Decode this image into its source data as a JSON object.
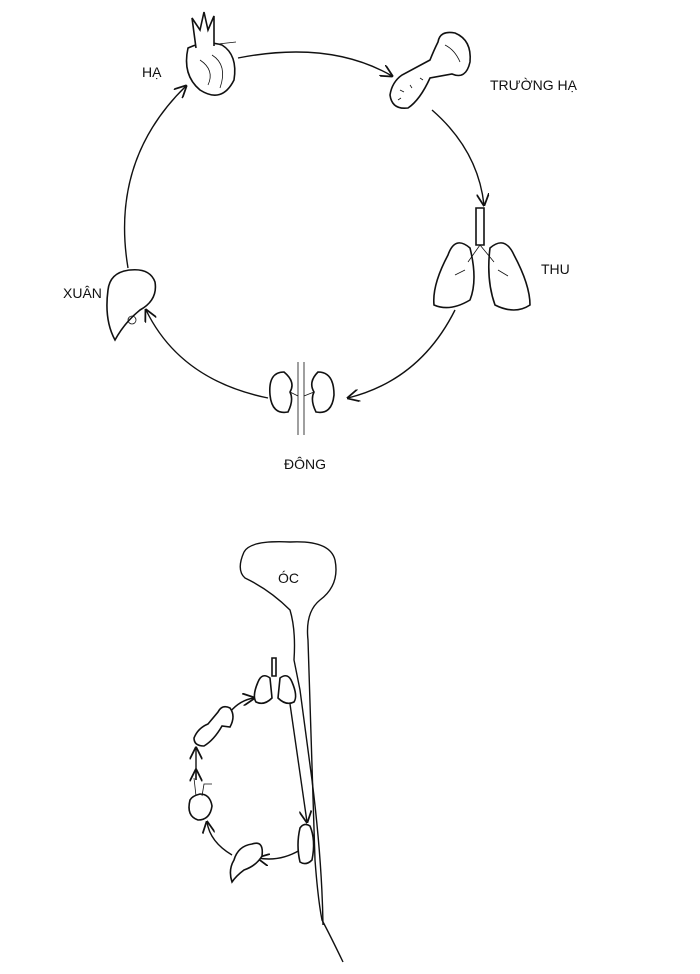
{
  "cycle": {
    "labels": {
      "summer": "HẠ",
      "late_summer": "TRƯỜNG HẠ",
      "autumn": "THU",
      "winter": "ĐÔNG",
      "spring": "XUÂN"
    }
  },
  "brain": {
    "label": "ÓC"
  }
}
